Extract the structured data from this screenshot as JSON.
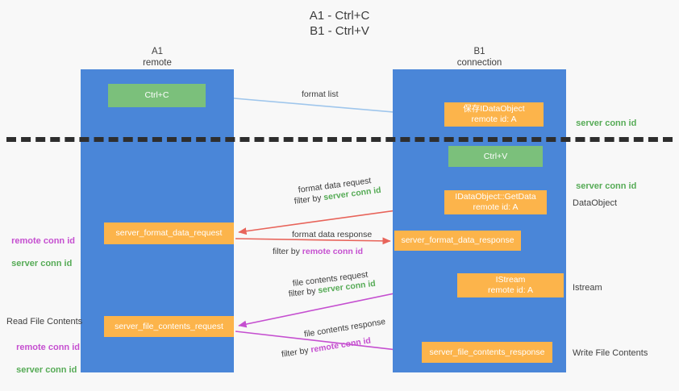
{
  "title": "A1 - Ctrl+C\nB1 - Ctrl+V",
  "lanes": {
    "left": {
      "name": "A1",
      "role": "remote",
      "header": "A1\nremote"
    },
    "right": {
      "name": "B1",
      "role": "connection",
      "header": "B1\nconnection"
    }
  },
  "colors": {
    "lane": "#4a86d8",
    "green_box": "#7bc07b",
    "orange_box": "#fcb44b",
    "server_conn_id": "#56ab56",
    "remote_conn_id": "#c54fd0",
    "arrow_format_list": "#9fc6ec",
    "arrow_format_data": "#e8645a",
    "arrow_file_contents": "#c54fd0",
    "arrow_internal": "#111111",
    "divider": "#2e2e2e",
    "background": "#f8f8f8"
  },
  "boxes": {
    "ctrl_c": "Ctrl+C",
    "ctrl_v": "Ctrl+V",
    "idataobject": "保存IDataObject\nremote id: A",
    "getdata": "IDataObject::GetData\nremote id: A",
    "istream": "IStream\nremote id: A",
    "server_format_data_request": "server_format_data_request",
    "server_format_data_response": "server_format_data_response",
    "server_file_contents_request": "server_file_contents_request",
    "server_file_contents_response": "server_file_contents_response"
  },
  "edges": {
    "format_list": "format list",
    "format_data_request": "format data request",
    "format_data_request_filter_prefix": "filter by ",
    "format_data_request_filter_id": "server conn id",
    "format_data_response": "format data response",
    "format_data_response_filter_prefix": "filter by ",
    "format_data_response_filter_id": "remote conn id",
    "file_contents_request": "file contents request",
    "file_contents_request_filter_prefix": "filter by ",
    "file_contents_request_filter_id": "server conn id",
    "file_contents_response": "file contents response",
    "file_contents_response_filter_prefix": "filter by ",
    "file_contents_response_filter_id": "remote conn id"
  },
  "annotations": {
    "right": {
      "server_conn_id_top": "server conn id",
      "server_conn_id_mid": "server conn id",
      "dataobject": "DataObject",
      "istream": "Istream",
      "write_file_contents": "Write File Contents"
    },
    "left": {
      "remote_conn_id_mid": "remote conn id",
      "server_conn_id_mid": "server conn id",
      "read_file_contents": "Read File Contents",
      "remote_conn_id_low": "remote conn id",
      "server_conn_id_low": "server conn id"
    }
  }
}
